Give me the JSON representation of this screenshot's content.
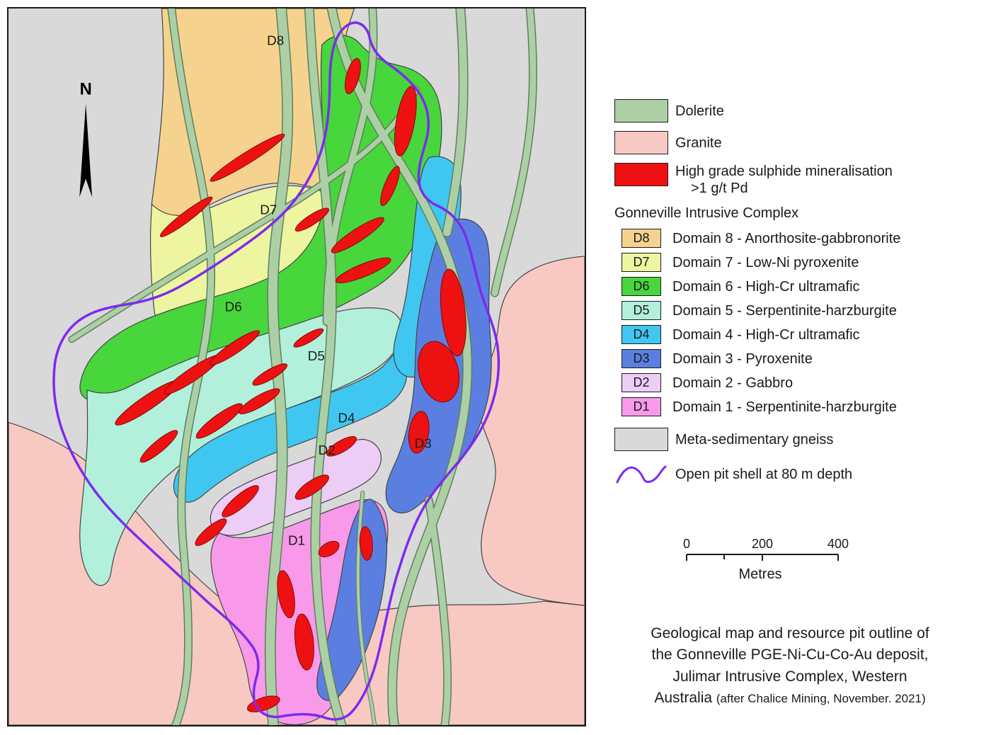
{
  "map": {
    "north_label": "N",
    "domain_labels": [
      {
        "text": "D8"
      },
      {
        "text": "D7"
      },
      {
        "text": "D6"
      },
      {
        "text": "D5"
      },
      {
        "text": "D4"
      },
      {
        "text": "D2"
      },
      {
        "text": "D3"
      },
      {
        "text": "D1"
      }
    ]
  },
  "legend": {
    "dolerite": {
      "label": "Dolerite",
      "color": "#adcfa5"
    },
    "granite": {
      "label": "Granite",
      "color": "#f7c9c2"
    },
    "sulphide": {
      "label_line1": "High grade sulphide mineralisation",
      "label_line2": ">1 g/t Pd",
      "color": "#ee1111"
    },
    "complex_heading": "Gonneville Intrusive Complex",
    "domains": [
      {
        "code": "D8",
        "label": "Domain 8 - Anorthosite-gabbronorite",
        "color": "#f5d38e"
      },
      {
        "code": "D7",
        "label": "Domain 7 - Low-Ni pyroxenite",
        "color": "#edf5a0"
      },
      {
        "code": "D6",
        "label": "Domain 6 - High-Cr ultramafic",
        "color": "#47d63c"
      },
      {
        "code": "D5",
        "label": "Domain 5 - Serpentinite-harzburgite",
        "color": "#b2f0dc"
      },
      {
        "code": "D4",
        "label": "Domain 4 - High-Cr ultramafic",
        "color": "#3fc7f1"
      },
      {
        "code": "D3",
        "label": "Domain 3 - Pyroxenite",
        "color": "#5b7fe0"
      },
      {
        "code": "D2",
        "label": "Domain 2 - Gabbro",
        "color": "#eccdf6"
      },
      {
        "code": "D1",
        "label": "Domain 1 - Serpentinite-harzburgite",
        "color": "#f89ae9"
      }
    ],
    "gneiss": {
      "label": "Meta-sedimentary gneiss",
      "color": "#d9d9d9"
    },
    "pit": {
      "label": "Open pit shell at 80 m depth",
      "color": "#7c2bee"
    }
  },
  "scalebar": {
    "tick0": "0",
    "tick1": "200",
    "tick2": "400",
    "unit": "Metres"
  },
  "caption": {
    "line1": "Geological map and resource pit outline of",
    "line2": "the Gonneville PGE-Ni-Cu-Co-Au deposit,",
    "line3": "Julimar Intrusive Complex, Western",
    "line4": "Australia",
    "line4_small": "(after Chalice Mining, November. 2021)"
  }
}
